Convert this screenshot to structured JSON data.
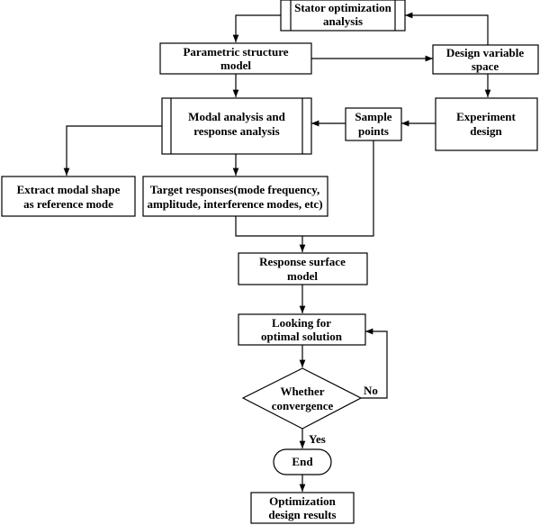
{
  "nodes": {
    "stator_opt": {
      "line1": "Stator optimization",
      "line2": "analysis"
    },
    "param_model": {
      "line1": "Parametric structure",
      "line2": "model"
    },
    "design_space": {
      "line1": "Design variable",
      "line2": "space"
    },
    "modal_analysis": {
      "line1": "Modal analysis and",
      "line2": "response analysis"
    },
    "sample_points": {
      "line1": "Sample",
      "line2": "points"
    },
    "experiment_design": {
      "line1": "Experiment",
      "line2": "design"
    },
    "extract_modal": {
      "line1": "Extract modal shape",
      "line2": "as reference mode"
    },
    "target_responses": {
      "line1": "Target responses(mode frequency,",
      "line2": "amplitude, interference modes, etc)"
    },
    "response_surface": {
      "line1": "Response surface",
      "line2": "model"
    },
    "looking_optimal": {
      "line1": "Looking for",
      "line2": "optimal solution"
    },
    "convergence": {
      "line1": "Whether",
      "line2": "convergence"
    },
    "end": {
      "label": "End"
    },
    "results": {
      "line1": "Optimization",
      "line2": "design results"
    }
  },
  "edge_labels": {
    "no": "No",
    "yes": "Yes"
  }
}
